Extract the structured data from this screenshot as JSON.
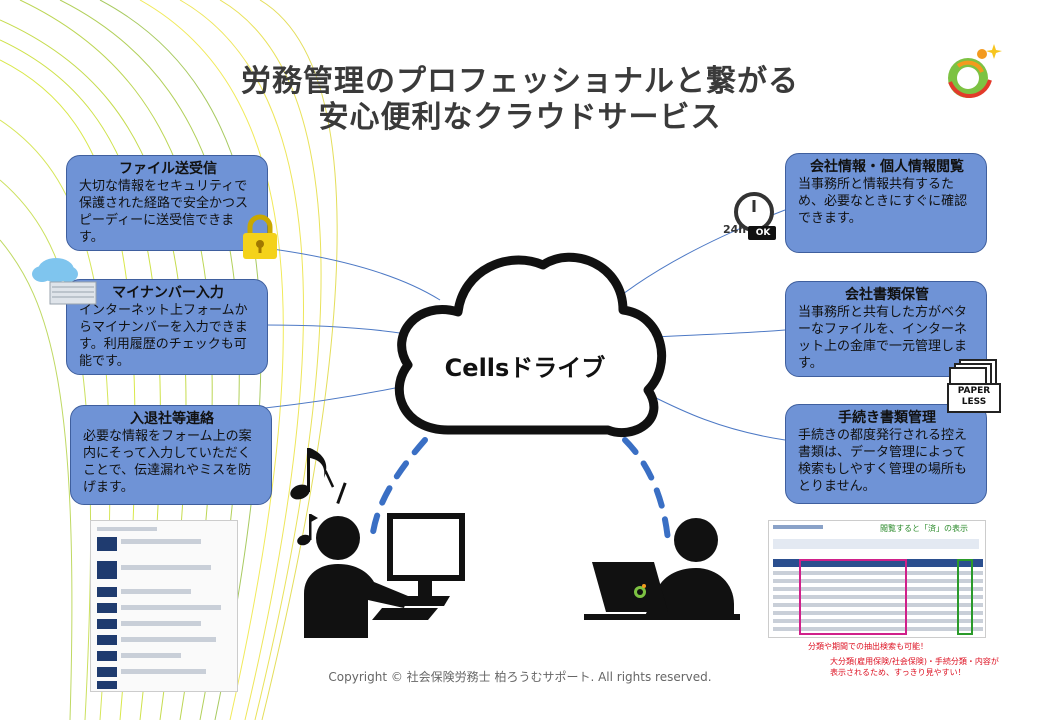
{
  "title": {
    "line1": "労務管理のプロフェッショナルと繋がる",
    "line2": "安心便利なクラウドサービス"
  },
  "center": {
    "label": "Cellsドライブ"
  },
  "features_left": [
    {
      "heading": "ファイル送受信",
      "body": "大切な情報をセキュリティで保護された経路で安全かつスピーディーに送受信できます。"
    },
    {
      "heading": "マイナンバー入力",
      "body": "インターネット上フォームからマイナンバーを入力できます。利用履歴のチェックも可能です。"
    },
    {
      "heading": "入退社等連絡",
      "body": "必要な情報をフォーム上の案内にそって入力していただくことで、伝達漏れやミスを防げます。"
    }
  ],
  "features_right": [
    {
      "heading": "会社情報・個人情報閲覧",
      "body": "当事務所と情報共有するため、必要なときにすぐに確認できます。"
    },
    {
      "heading": "会社書類保管",
      "body": "当事務所と共有した方がベターなファイルを、インターネット上の金庫で一元管理します。"
    },
    {
      "heading": "手続き書類管理",
      "body": "手続きの都度発行される控え書類は、データ管理によって検索もしやすく管理の場所もとりません。"
    }
  ],
  "badges": {
    "hours": "24h",
    "ok": "OK",
    "paper": "PAPER",
    "less": "LESS"
  },
  "table_preview": {
    "caption": "閲覧すると「済」の表示",
    "note1": "分類や期間での抽出検索も可能！",
    "note2": "大分類(雇用保険/社会保険)・手続分類・内容が",
    "note3": "表示されるため、すっきり見やすい！"
  },
  "copyright": "Copyright © 社会保険労務士 柏ろうむサポート. All rights reserved.",
  "colors": {
    "box_fill": "#6f93d6",
    "box_border": "#3f5f9e",
    "dash_blue": "#3a6fc4",
    "accent_green": "#7dc242",
    "accent_orange": "#f39a1e"
  }
}
